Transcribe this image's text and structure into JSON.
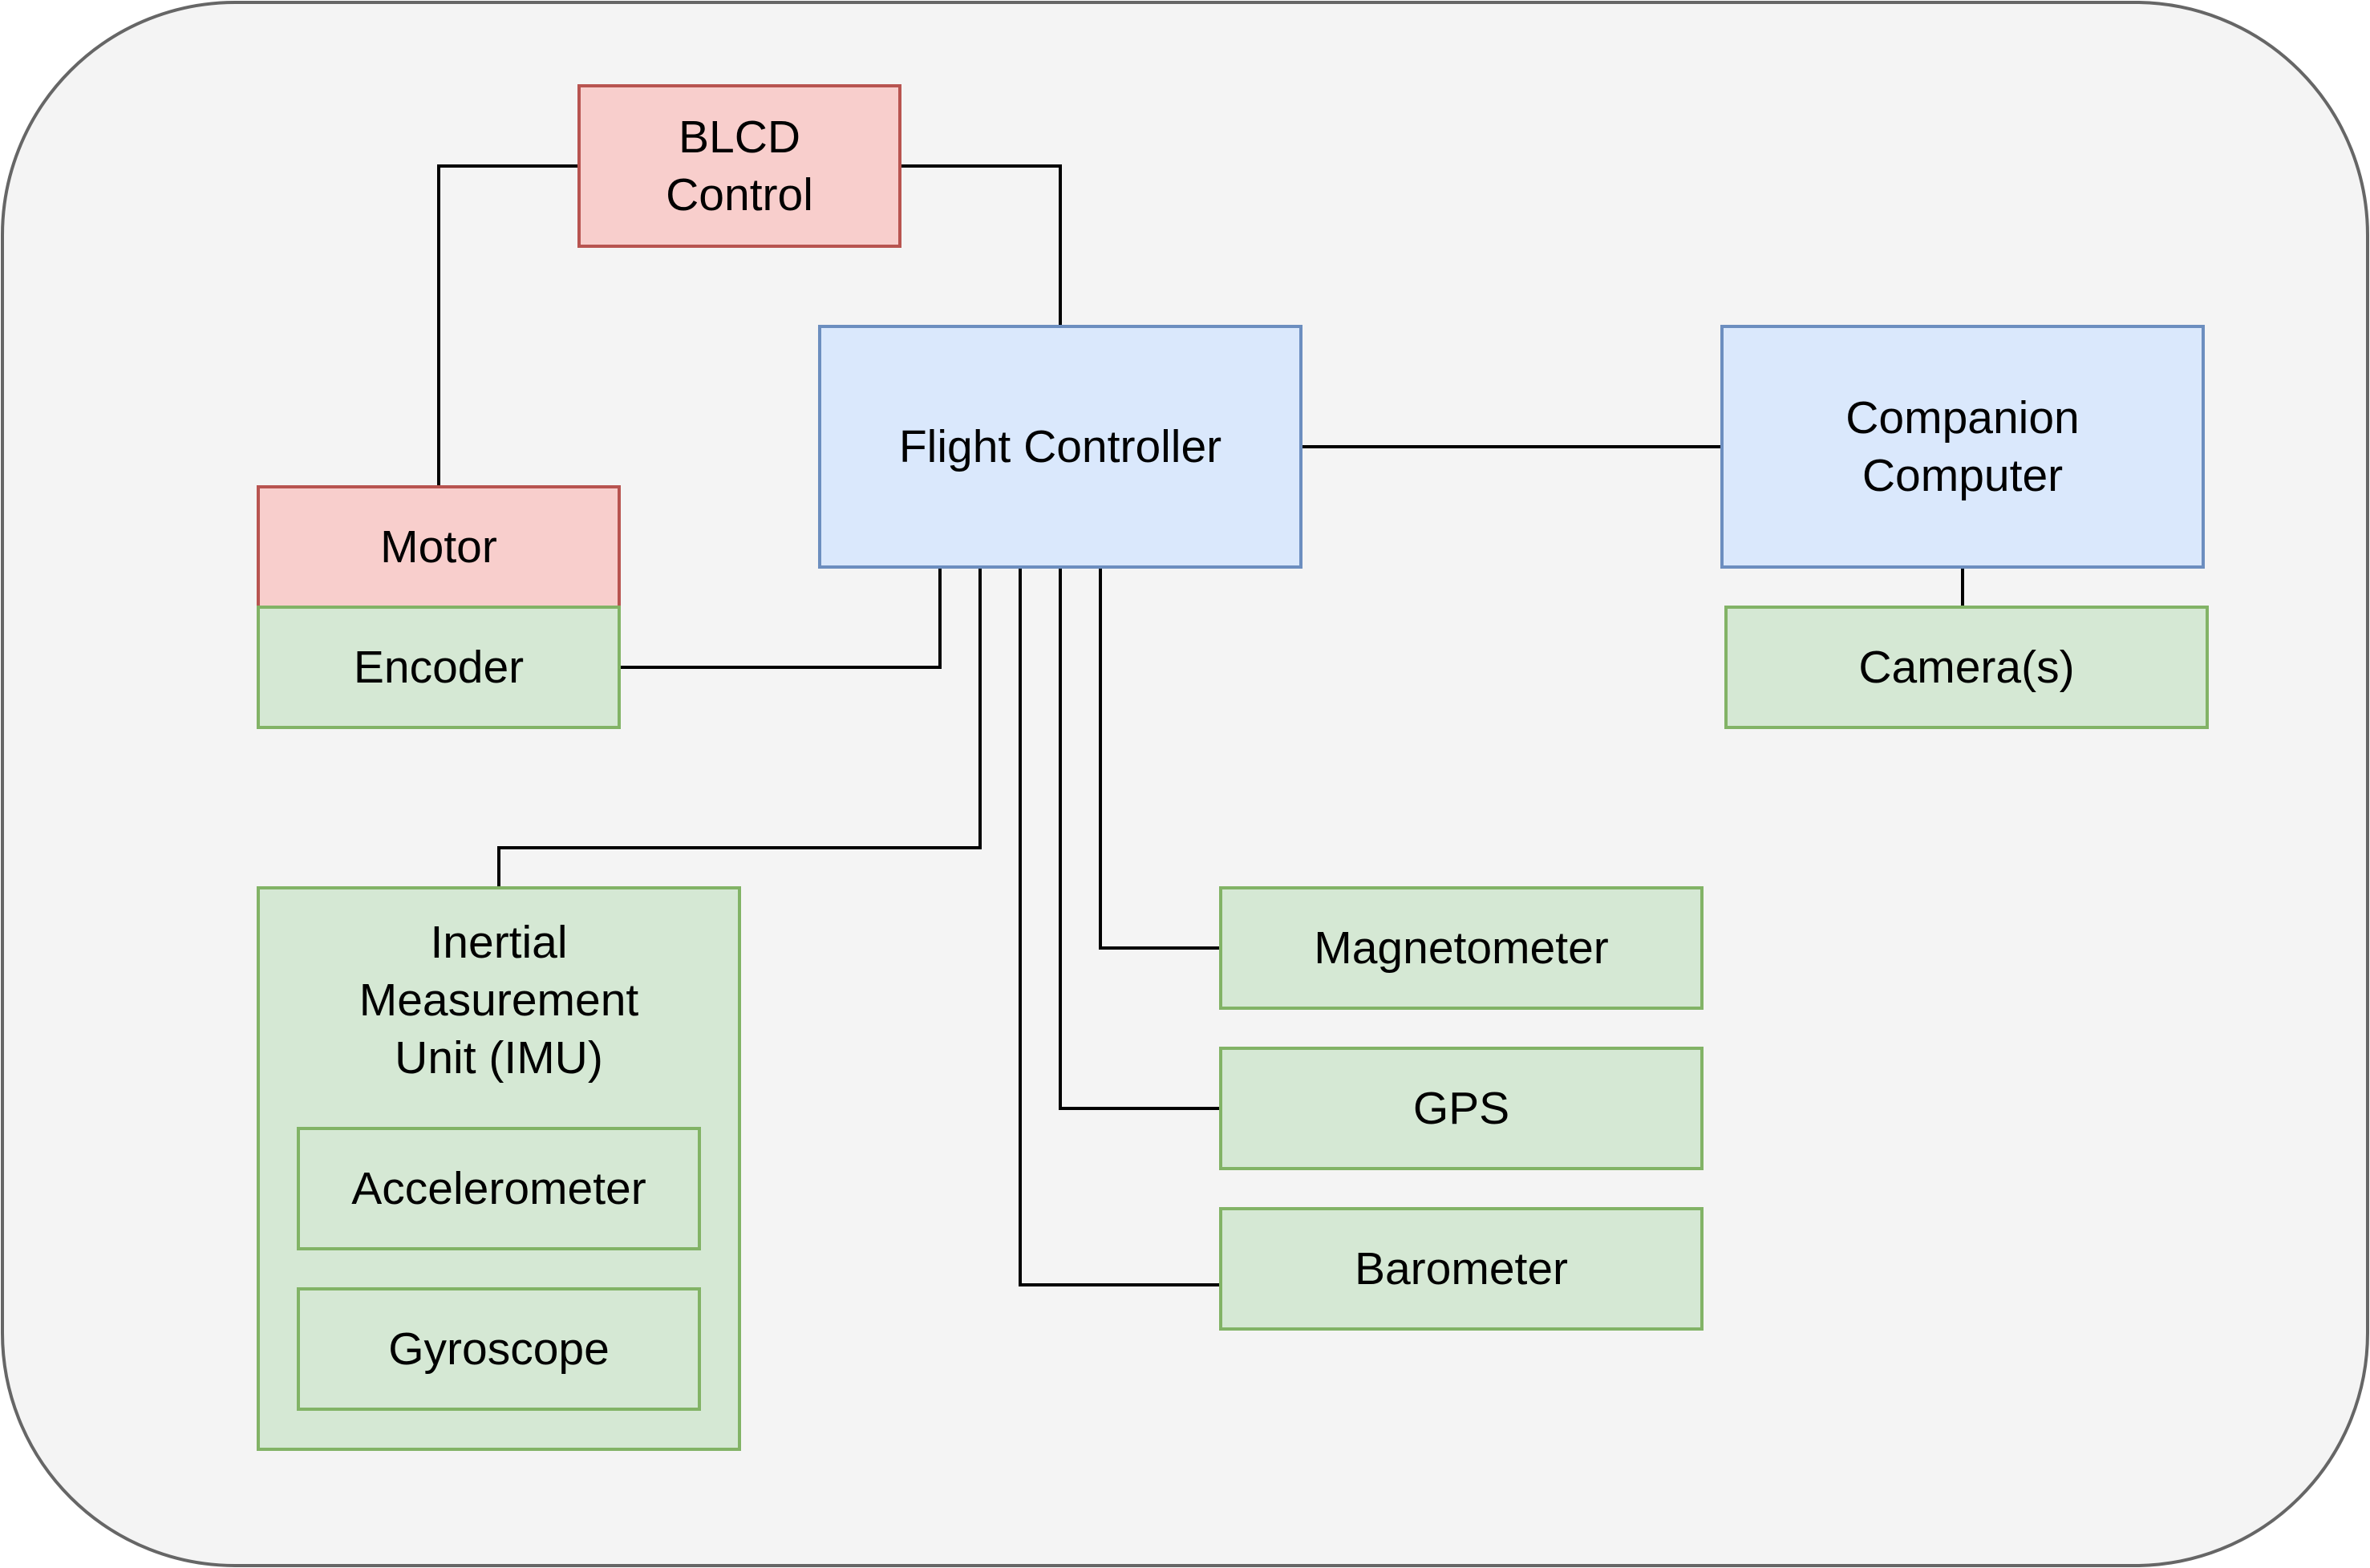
{
  "colors": {
    "canvas_fill": "#f4f4f4",
    "canvas_stroke": "#666666",
    "actuator_fill": "#f8cecc",
    "actuator_stroke": "#b85450",
    "controller_fill": "#dae8fc",
    "controller_stroke": "#6c8ebf",
    "sensor_fill": "#d5e8d4",
    "sensor_stroke": "#82b366",
    "connector": "#000000"
  },
  "nodes": {
    "blcd_control": {
      "lines": [
        "BLCD",
        "Control"
      ],
      "category": "actuator"
    },
    "motor": {
      "lines": [
        "Motor"
      ],
      "category": "actuator"
    },
    "encoder": {
      "lines": [
        "Encoder"
      ],
      "category": "sensor"
    },
    "flight_controller": {
      "lines": [
        "Flight Controller"
      ],
      "category": "controller"
    },
    "companion_computer": {
      "lines": [
        "Companion",
        "Computer"
      ],
      "category": "controller"
    },
    "cameras": {
      "lines": [
        "Camera(s)"
      ],
      "category": "sensor"
    },
    "imu": {
      "lines": [
        "Inertial",
        "Measurement",
        "Unit (IMU)"
      ],
      "category": "sensor"
    },
    "accelerometer": {
      "lines": [
        "Accelerometer"
      ],
      "category": "sensor"
    },
    "gyroscope": {
      "lines": [
        "Gyroscope"
      ],
      "category": "sensor"
    },
    "magnetometer": {
      "lines": [
        "Magnetometer"
      ],
      "category": "sensor"
    },
    "gps": {
      "lines": [
        "GPS"
      ],
      "category": "sensor"
    },
    "barometer": {
      "lines": [
        "Barometer"
      ],
      "category": "sensor"
    }
  },
  "connections": [
    {
      "from": "blcd_control",
      "to": "motor"
    },
    {
      "from": "blcd_control",
      "to": "flight_controller"
    },
    {
      "from": "flight_controller",
      "to": "companion_computer"
    },
    {
      "from": "companion_computer",
      "to": "cameras"
    },
    {
      "from": "flight_controller",
      "to": "encoder"
    },
    {
      "from": "flight_controller",
      "to": "imu"
    },
    {
      "from": "flight_controller",
      "to": "magnetometer"
    },
    {
      "from": "flight_controller",
      "to": "gps"
    },
    {
      "from": "flight_controller",
      "to": "barometer"
    }
  ]
}
